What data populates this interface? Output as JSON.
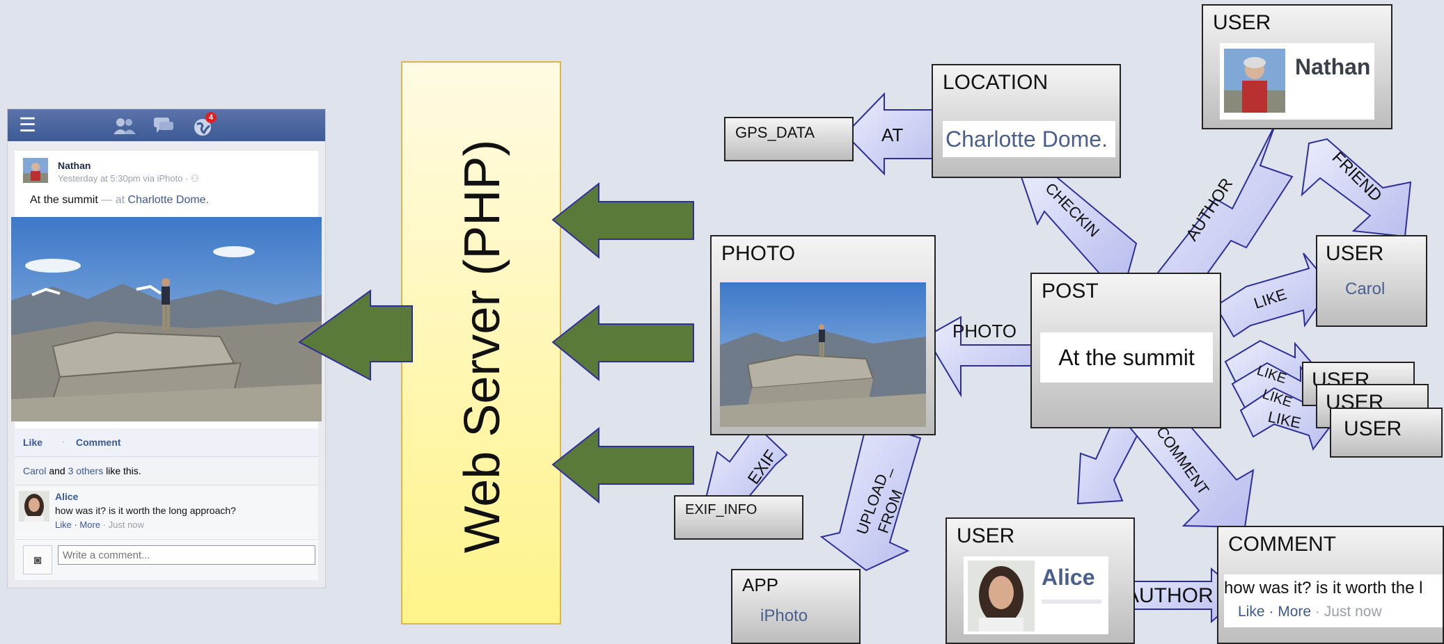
{
  "phone": {
    "author": "Nathan",
    "meta": "Yesterday at 5:30pm via iPhoto",
    "post_text": "At the summit",
    "post_location_prefix": "— at",
    "post_location": "Charlotte Dome.",
    "badge_count": "4",
    "like_label": "Like",
    "dot": "·",
    "comment_label": "Comment",
    "likes_name": "Carol",
    "likes_and": "and",
    "likes_others": "3 others",
    "likes_suffix": "like this.",
    "comment_author": "Alice",
    "comment_text": "how was it? is it worth the long approach?",
    "comment_like": "Like",
    "comment_more": "· More",
    "comment_time": "· Just now",
    "comment_placeholder": "Write a comment..."
  },
  "server": {
    "label": "Web Server (PHP)"
  },
  "nodes": {
    "gps": "GPS_DATA",
    "location": {
      "type": "LOCATION",
      "value": "Charlotte Dome."
    },
    "user_nathan": {
      "type": "USER",
      "value": "Nathan"
    },
    "photo": {
      "type": "PHOTO"
    },
    "post": {
      "type": "POST",
      "value": "At the summit"
    },
    "user_carol": {
      "type": "USER",
      "value": "Carol"
    },
    "user_stack": [
      "USER",
      "USER",
      "USER"
    ],
    "exif": "EXIF_INFO",
    "app": {
      "type": "APP",
      "value": "iPhoto"
    },
    "user_alice": {
      "type": "USER",
      "value": "Alice"
    },
    "comment": {
      "type": "COMMENT",
      "text": "how was it? is it worth the l",
      "like": "Like",
      "more": "· More",
      "time": "· Just now"
    }
  },
  "edges": {
    "at": "AT",
    "checkin": "CHECKIN",
    "author": "AUTHOR",
    "friend": "FRIEND",
    "photo": "PHOTO",
    "like": "LIKE",
    "like_stack": [
      "LIKE",
      "LIKE",
      "LIKE"
    ],
    "comment": "COMMENT",
    "exif": "EXIF",
    "upload_from": "UPLOAD_\nFROM",
    "alice_author": "AUTHOR"
  },
  "colors": {
    "arrow_green": "#5a7a3a",
    "edge_fill": "#c8ccf2",
    "edge_stroke": "#2e2e9a",
    "server": "#fff59a",
    "link_blue": "#3b5998"
  },
  "icons": [
    "menu-icon",
    "friends-icon",
    "messages-icon",
    "globe-icon",
    "camera-icon"
  ]
}
